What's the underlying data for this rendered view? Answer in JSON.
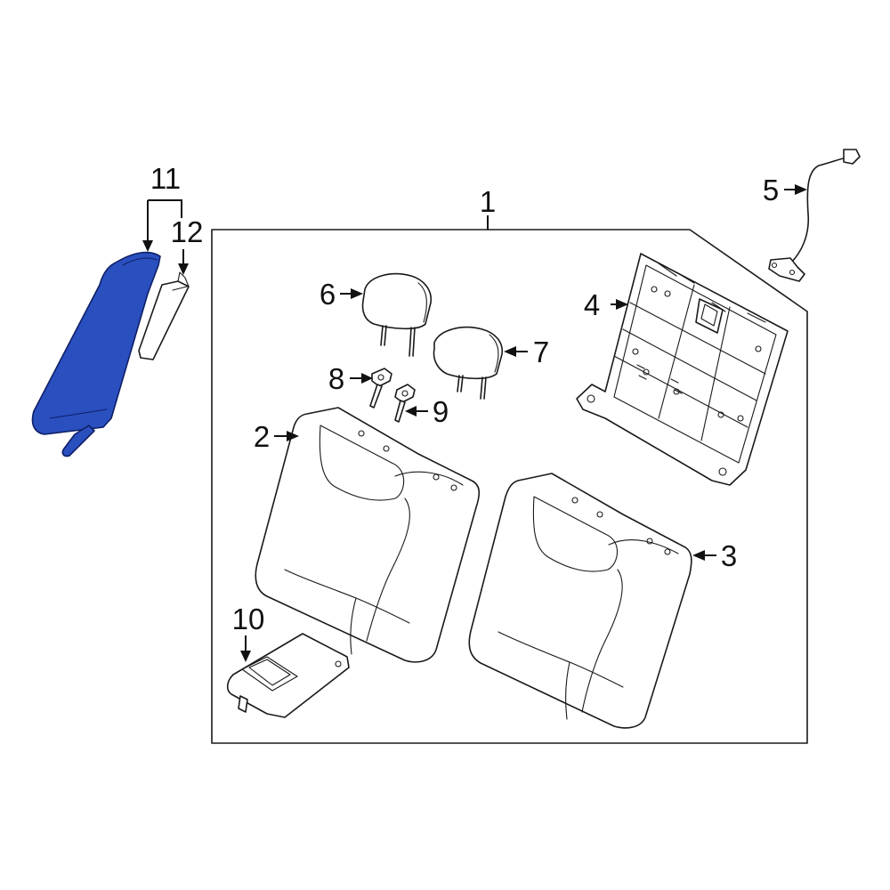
{
  "diagram": {
    "highlight_color": "#2a4fbf",
    "callouts": {
      "c1": "1",
      "c2": "2",
      "c3": "3",
      "c4": "4",
      "c5": "5",
      "c6": "6",
      "c7": "7",
      "c8": "8",
      "c9": "9",
      "c10": "10",
      "c11": "11",
      "c12": "12"
    }
  }
}
